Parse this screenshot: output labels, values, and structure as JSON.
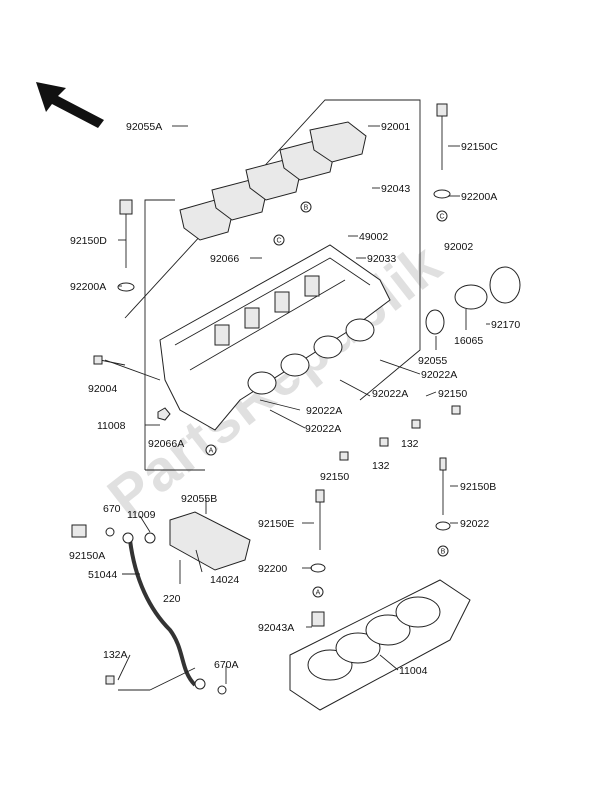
{
  "watermark": "PartsRepublik",
  "labels": {
    "l92055A": "92055A",
    "l92001": "92001",
    "l92150C": "92150C",
    "l92043": "92043",
    "l92200A_r": "92200A",
    "l92150D": "92150D",
    "l49002": "49002",
    "l92066": "92066",
    "l92033": "92033",
    "l92002": "92002",
    "l92200A_l": "92200A",
    "l92170": "92170",
    "l16065": "16065",
    "l92055": "92055",
    "l92022A_1": "92022A",
    "l92004": "92004",
    "l92022A_2": "92022A",
    "l92150_r": "92150",
    "l11008": "11008",
    "l92022A_3": "92022A",
    "l92066A": "92066A",
    "l92022A_4": "92022A",
    "l132_1": "132",
    "l132_2": "132",
    "l92150_b": "92150",
    "l92055B": "92055B",
    "l670": "670",
    "l11009": "11009",
    "l92150B": "92150B",
    "l92150A": "92150A",
    "l92150E": "92150E",
    "l92022": "92022",
    "l14024": "14024",
    "l92200": "92200",
    "l51044": "51044",
    "l220": "220",
    "l92043A": "92043A",
    "l132A": "132A",
    "l11004": "11004",
    "l670A": "670A"
  },
  "refs": {
    "refB1": "B",
    "refC1": "C",
    "refC2": "C",
    "refB2": "B",
    "refA1": "A",
    "refA2": "A"
  }
}
